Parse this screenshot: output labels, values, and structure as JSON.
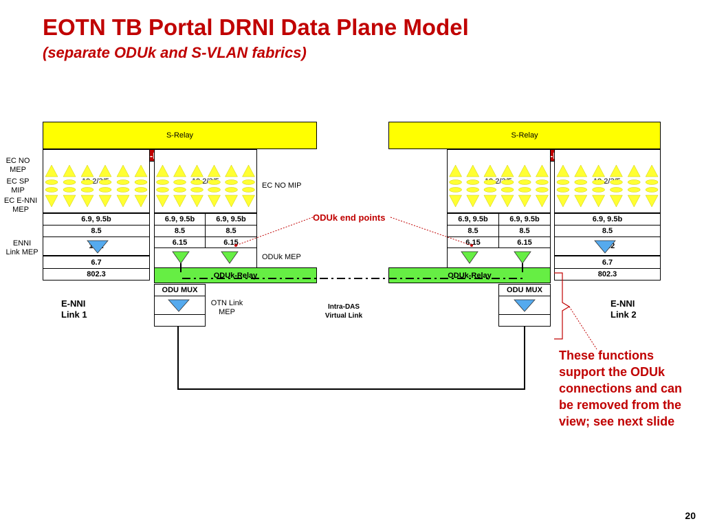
{
  "slide": {
    "title": "EOTN TB Portal DRNI Data Plane Model",
    "subtitle": "(separate ODUk and S-VLAN fabrics)",
    "page_number": "20"
  },
  "left_node": {
    "s_relay": "S-Relay",
    "half_das": "Half-DAS",
    "enni_col": {
      "mip_text": "19.2/3/5",
      "r1": "6.9, 9.5b",
      "r2": "8.5",
      "r3": "19.2",
      "r4": "6.7",
      "r5": "802.3"
    },
    "das_col_a": {
      "r1": "6.9, 9.5b",
      "r2": "8.5",
      "r3": "6.15"
    },
    "das_col_b": {
      "r1": "6.9, 9.5b",
      "r2": "8.5",
      "r3": "6.15"
    },
    "das_mip_text": "19.2/3/5",
    "oduk_relay": "ODUk-Relay",
    "odu_mux": "ODU MUX"
  },
  "right_node": {
    "s_relay": "S-Relay",
    "half_das": "Half-DAS",
    "enni_col": {
      "mip_text": "19.2/3/5",
      "r1": "6.9, 9.5b",
      "r2": "8.5",
      "r3": "19.2",
      "r4": "6.7",
      "r5": "802.3"
    },
    "das_col_a": {
      "r1": "6.9, 9.5b",
      "r2": "8.5",
      "r3": "6.15"
    },
    "das_col_b": {
      "r1": "6.9, 9.5b",
      "r2": "8.5",
      "r3": "6.15"
    },
    "das_mip_text": "19.2/3/5",
    "oduk_relay": "ODUk-Relay",
    "odu_mux": "ODU MUX"
  },
  "labels": {
    "ec_no_mep": "EC NO\nMEP",
    "ec_sp_mip": "EC SP\nMIP",
    "ec_enni_mep": "EC E-NNI\nMEP",
    "enni_link_mep": "ENNI\nLink MEP",
    "ec_no_mip": "EC NO MIP",
    "oduk_mep": "ODUk MEP",
    "otn_link_mep": "OTN Link\nMEP",
    "intra_das": "Intra-DAS\nVirtual Link",
    "enni_link1": "E-NNI\nLink 1",
    "enni_link2": "E-NNI\nLink 2",
    "oduk_end_points": "ODUk end points",
    "note": "These functions support the ODUk connections and can be removed from the view; see next slide"
  },
  "colors": {
    "title": "#c00000",
    "s_relay": "#ffff00",
    "half_das": "#c00000",
    "oduk_relay": "#66ee44",
    "mep_triangle": "#55aaee",
    "oduk_mep_triangle": "#66ee44",
    "mip_shape": "#ffff33"
  }
}
